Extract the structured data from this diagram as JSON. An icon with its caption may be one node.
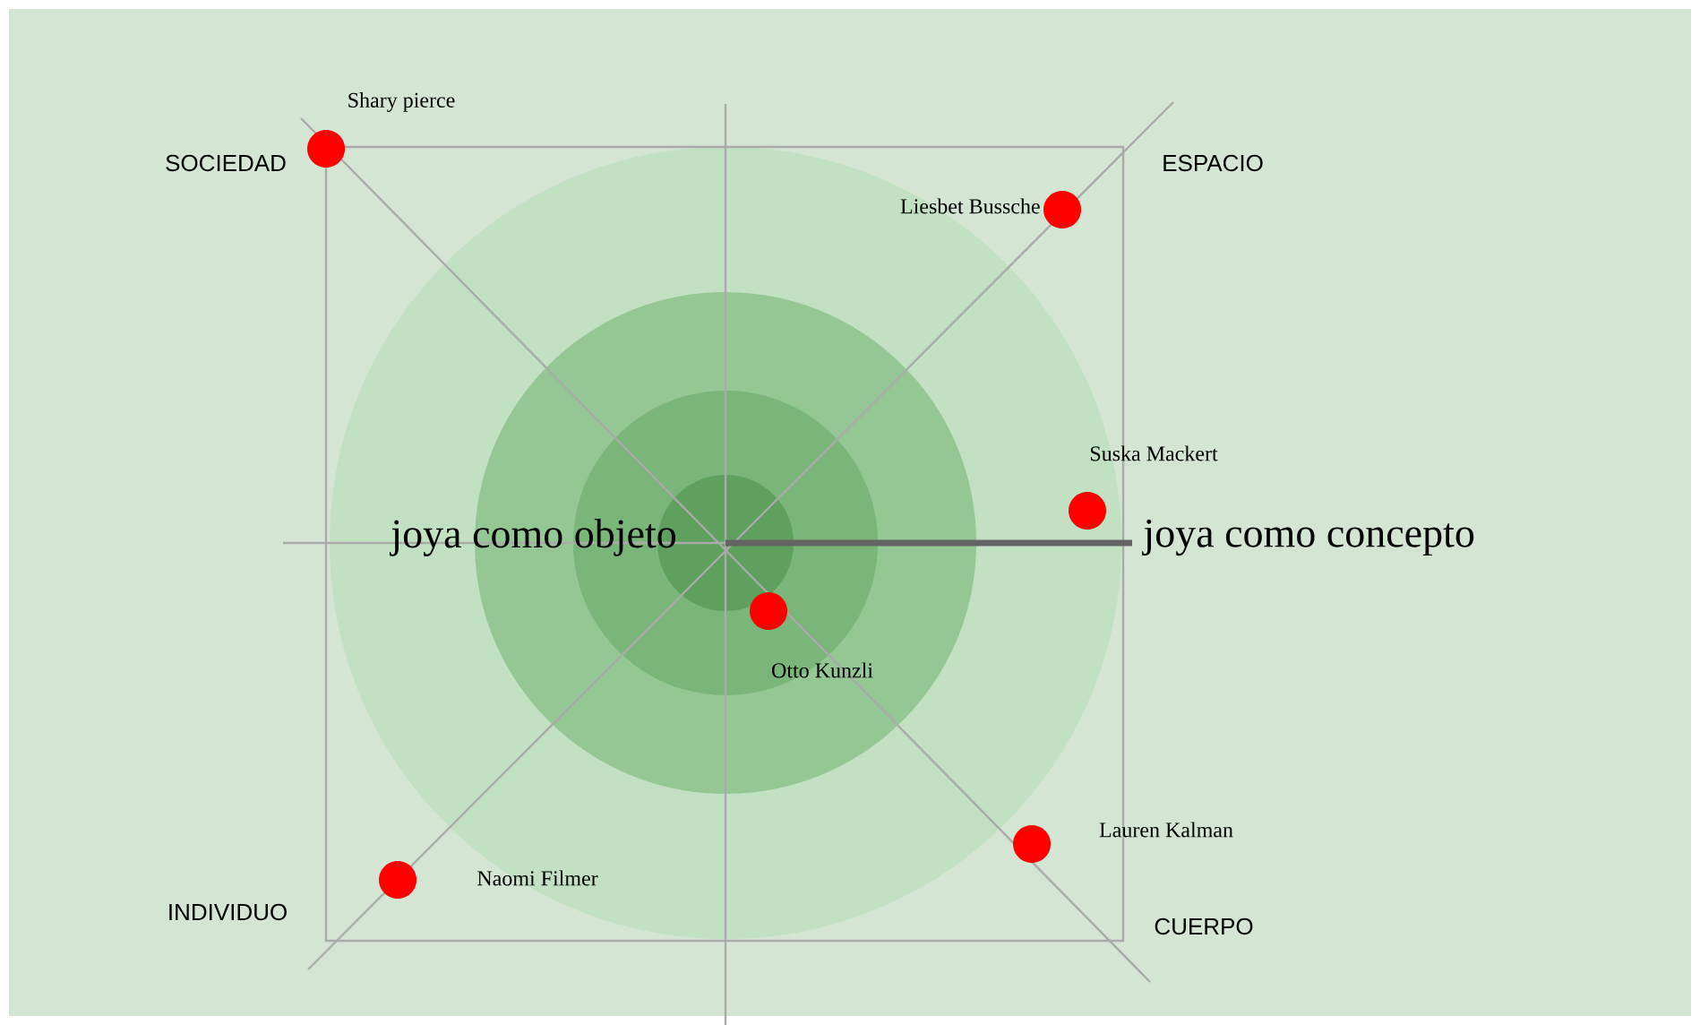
{
  "diagram": {
    "nodes": [
      {
        "text": [],
        "shape": "circle",
        "beside": [
          "Shary pierce"
        ]
      },
      {
        "text": [],
        "shape": "circle",
        "beside": [
          "Liesbet Bussche"
        ]
      },
      {
        "text": [],
        "shape": "circle",
        "beside": [
          "Suska Mackert"
        ]
      },
      {
        "text": [],
        "shape": "circle",
        "beside": [
          "Otto Kunzli"
        ]
      },
      {
        "text": [],
        "shape": "circle",
        "beside": [
          "Lauren Kalman"
        ]
      },
      {
        "text": [],
        "shape": "circle",
        "beside": [
          "Naomi Filmer"
        ]
      }
    ],
    "labels": [
      "SOCIEDAD",
      "ESPACIO",
      "joya como objeto",
      "joya como concepto",
      "INDIVIDUO",
      "CUERPO"
    ]
  }
}
